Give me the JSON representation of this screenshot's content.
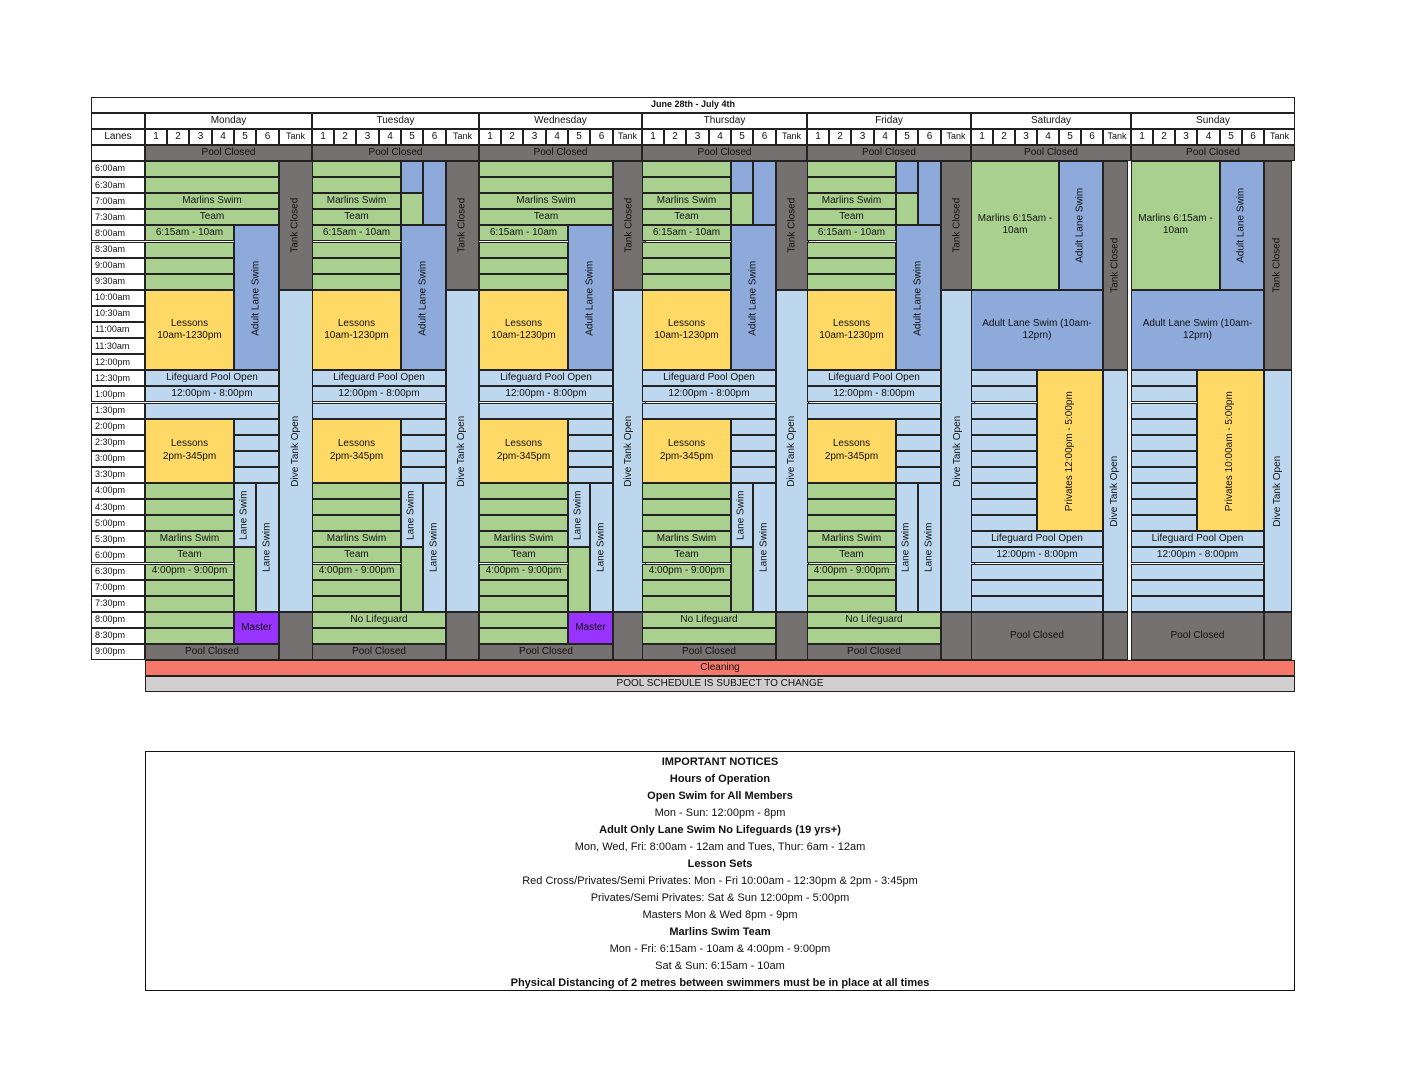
{
  "title": "June 28th - July 4th",
  "lanes_label": "Lanes",
  "lane_numbers": [
    "1",
    "2",
    "3",
    "4",
    "5",
    "6",
    "Tank"
  ],
  "days": [
    "Monday",
    "Tuesday",
    "Wednesday",
    "Thursday",
    "Friday",
    "Saturday",
    "Sunday"
  ],
  "times": [
    "6:00am",
    "6:30am",
    "7:00am",
    "7:30am",
    "8:00am",
    "8:30am",
    "9:00am",
    "9:30am",
    "10:00am",
    "10:30am",
    "11:00am",
    "11:30am",
    "12:00pm",
    "12:30pm",
    "1:00pm",
    "1:30pm",
    "2:00pm",
    "2:30pm",
    "3:00pm",
    "3:30pm",
    "4:00pm",
    "4:30pm",
    "5:00pm",
    "5:30pm",
    "6:00pm",
    "6:30pm",
    "7:00pm",
    "7:30pm",
    "8:00pm",
    "8:30pm",
    "9:00pm"
  ],
  "labels": {
    "pool_closed": "Pool Closed",
    "marlins": "Marlins Swim",
    "team": "Team",
    "am_hours": "6:15am - 10am",
    "lessons": "Lessons",
    "lessons_am": "10am-1230pm",
    "lessons_pm": "2pm-345pm",
    "adult_lane": "Adult Lane Swim",
    "lane_swim": "Lane Swim",
    "tank_closed": "Tank Closed",
    "dive_open": "Dive Tank Open",
    "lifeguard": "Lifeguard Pool Open",
    "lifeguard_hours": "12:00pm - 8:00pm",
    "pm_hours": "4:00pm - 9:00pm",
    "master": "Master",
    "no_lifeguard": "No Lifeguard",
    "wknd_marlins": "Marlins 6:15am - 10am",
    "wknd_adult": "Adult Lane Swim (10am-12prn)",
    "sat_privates": "Privates 12:00pm - 5:00pm",
    "sun_privates": "Privates 10:00am - 5:00pm",
    "cleaning": "Cleaning",
    "subject": "POOL SCHEDULE IS SUBJECT TO CHANGE"
  },
  "colors": {
    "green": "#a9d08e",
    "blue": "#8eaadb",
    "light_blue": "#bdd7ee",
    "yellow": "#ffd966",
    "gray": "#767171",
    "purple": "#9933ff",
    "red": "#f4796b",
    "silver": "#d0cece"
  },
  "notices": [
    {
      "text": "IMPORTANT NOTICES",
      "bold": true
    },
    {
      "text": "Hours of Operation",
      "bold": true
    },
    {
      "text": "Open Swim for All Members",
      "bold": true
    },
    {
      "text": "Mon - Sun: 12:00pm - 8pm",
      "bold": false
    },
    {
      "text": "Adult Only Lane Swim No Lifeguards (19 yrs+)",
      "bold": true
    },
    {
      "text": "Mon, Wed, Fri: 8:00am - 12am and Tues, Thur: 6am - 12am",
      "bold": false
    },
    {
      "text": "Lesson Sets",
      "bold": true
    },
    {
      "text": "Red Cross/Privates/Semi Privates: Mon - Fri 10:00am - 12:30pm & 2pm - 3:45pm",
      "bold": false
    },
    {
      "text": "Privates/Semi Privates: Sat & Sun 12:00pm - 5:00pm",
      "bold": false
    },
    {
      "text": "Masters Mon & Wed 8pm - 9pm",
      "bold": false
    },
    {
      "text": "Marlins Swim Team",
      "bold": true
    },
    {
      "text": "Mon - Fri: 6:15am - 10am & 4:00pm - 9:00pm",
      "bold": false
    },
    {
      "text": "Sat & Sun: 6:15am - 10am",
      "bold": false
    },
    {
      "text": "Physical Distancing of 2 metres between swimmers must be in place at all times",
      "bold": true
    }
  ]
}
